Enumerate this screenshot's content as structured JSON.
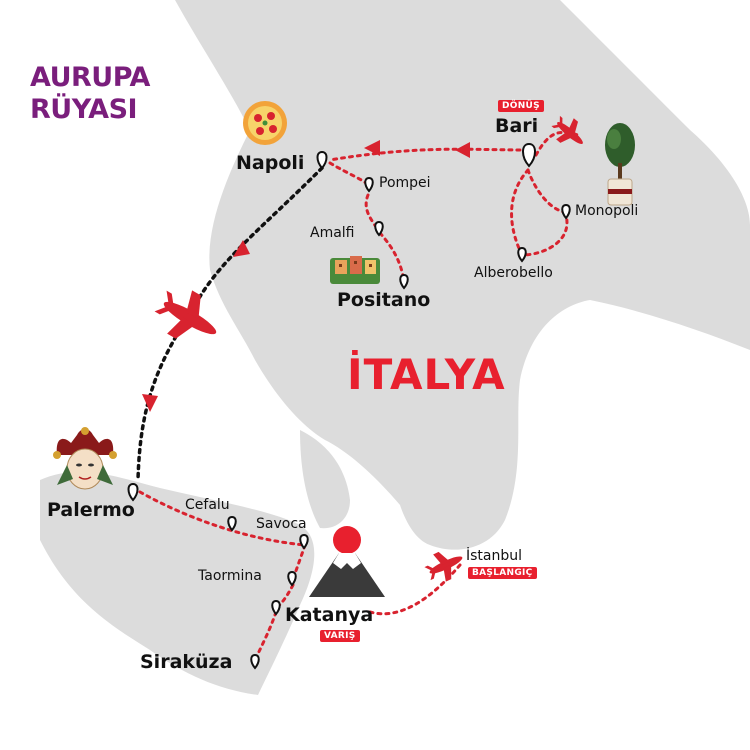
{
  "brand": {
    "line1": "AURUPA",
    "line2": "RÜYASI"
  },
  "country": "İTALYA",
  "cities": {
    "napoli": "Napoli",
    "bari": "Bari",
    "pompei": "Pompei",
    "amalfi": "Amalfi",
    "positano": "Positano",
    "monopoli": "Monopoli",
    "alberobello": "Alberobello",
    "palermo": "Palermo",
    "cefalu": "Cefalu",
    "savoca": "Savoca",
    "taormina": "Taormina",
    "katanya": "Katanya",
    "sirakuza": "Siraküza",
    "istanbul": "İstanbul"
  },
  "badges": {
    "donus": "DÖNÜŞ",
    "baslangic": "BAŞLANGIÇ",
    "varis": "VARIŞ"
  },
  "colors": {
    "route": "#d8232f",
    "flight": "#111111",
    "land": "#dcdcdc",
    "brand": "#7a1e7c",
    "accent": "#e8202e"
  },
  "icons": [
    "pizza-icon",
    "bonsai-tree-icon",
    "village-icon",
    "jester-mask-icon",
    "volcano-icon",
    "airplane-icon",
    "map-pin-icon"
  ]
}
